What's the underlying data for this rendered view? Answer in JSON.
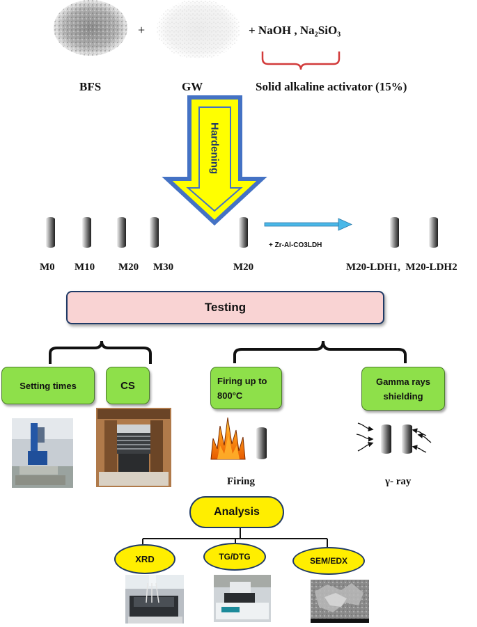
{
  "ingredients": {
    "plus": "+",
    "activator_formula": "+ NaOH , Na₂SiO₃",
    "bfs_label": "BFS",
    "gw_label": "GW",
    "activator_label": "Solid alkaline activator (15%)"
  },
  "arrow_label": "Hardening",
  "mixes": {
    "m0": "M0",
    "m10": "M10",
    "m20": "M20",
    "m30": "M30",
    "m20_single": "M20",
    "ldh_additive": "+ Zr-Al-CO3LDH",
    "ldh_mixes": "M20-LDH1,  M20-LDH2"
  },
  "testing": {
    "title": "Testing",
    "setting_times": "Setting times",
    "cs": "CS",
    "firing_box": "Firing up to 800°C",
    "gamma_box": "Gamma rays shielding",
    "firing_caption": "Firing",
    "gamma_caption": "γ- ray"
  },
  "analysis": {
    "title": "Analysis",
    "xrd": "XRD",
    "tg": "TG/DTG",
    "sem": "SEM/EDX"
  },
  "colors": {
    "testing_fill": "#f9d3d3",
    "testing_border": "#1f3a66",
    "green_box": "#8ee04a",
    "yellow": "#ffee00",
    "arrow_outer": "#4472c4",
    "arrow_inner": "#ffff00",
    "blue_arrow": "#4ab8e8",
    "bracket_red": "#d23b3b"
  }
}
